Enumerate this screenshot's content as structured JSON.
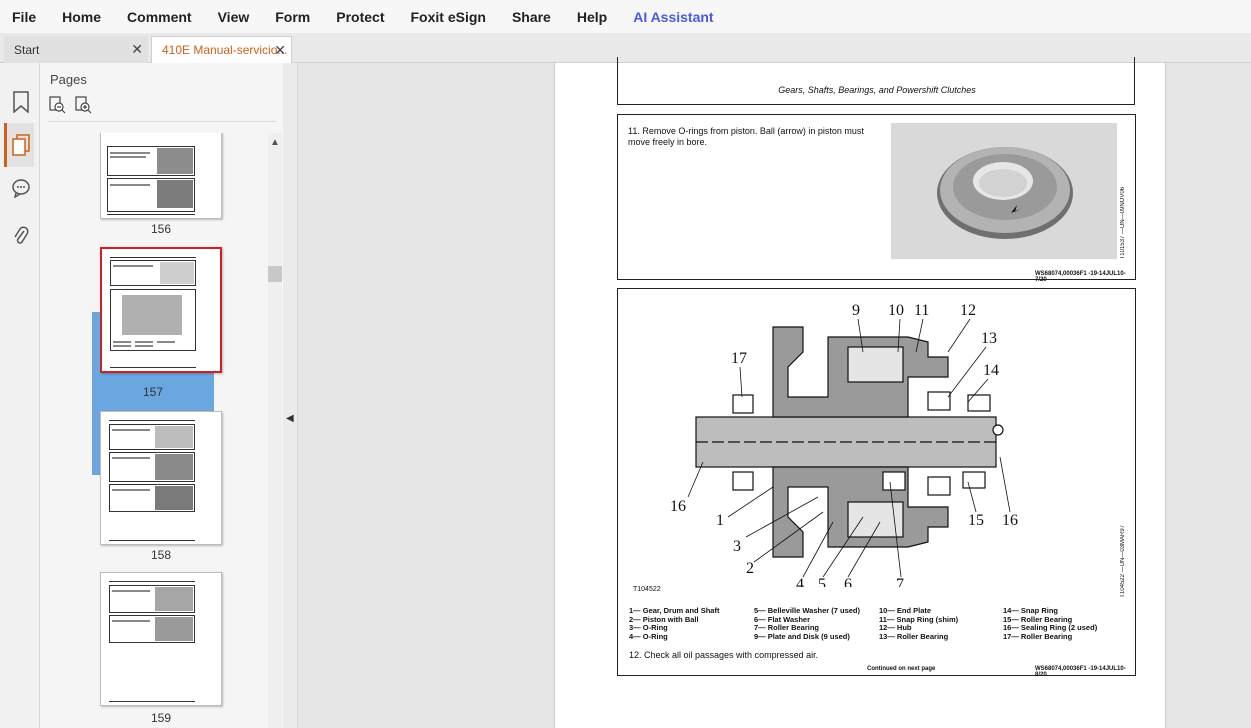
{
  "menu": [
    "File",
    "Home",
    "Comment",
    "View",
    "Form",
    "Protect",
    "Foxit eSign",
    "Share",
    "Help",
    "AI Assistant"
  ],
  "tabs": [
    {
      "label": "Start"
    },
    {
      "label": "410E Manual-servicio..."
    }
  ],
  "panel": {
    "title": "Pages",
    "thumbnails": [
      "156",
      "157",
      "158",
      "159"
    ],
    "selected": "157"
  },
  "page": {
    "header": "Gears, Shafts, Bearings, and Powershift Clutches",
    "step11": "11. Remove O-rings from piston.  Ball (arrow) in piston must move freely in bore.",
    "photo_code": "T101537 —UN—09NOV06",
    "sec1_footer": "WS68074,00036F1 -19-14JUL10-7/20",
    "drawing_code_side": "T104522 —UN—03MAR97",
    "drawing_code": "T104522",
    "callouts": [
      "9",
      "10",
      "11",
      "12",
      "13",
      "14",
      "17",
      "16",
      "1",
      "3",
      "2",
      "4",
      "5",
      "6",
      "7",
      "15",
      "16"
    ],
    "legend": [
      "1— Gear, Drum and Shaft",
      "5— Belleville Washer (7 used)",
      "10— End Plate",
      "14— Snap Ring",
      "2— Piston with Ball",
      "6— Flat Washer",
      "11— Snap Ring (shim)",
      "15— Roller Bearing",
      "3— O-Ring",
      "7— Roller Bearing",
      "12— Hub",
      "16— Sealing Ring (2 used)",
      "4— O-Ring",
      "9— Plate and Disk (9 used)",
      "13— Roller Bearing",
      "17— Roller Bearing"
    ],
    "step12": "12. Check all oil passages with compressed air.",
    "continued": "Continued on next page",
    "sec2_footer": "WS68074,00036F1 -19-14JUL10-8/20"
  }
}
